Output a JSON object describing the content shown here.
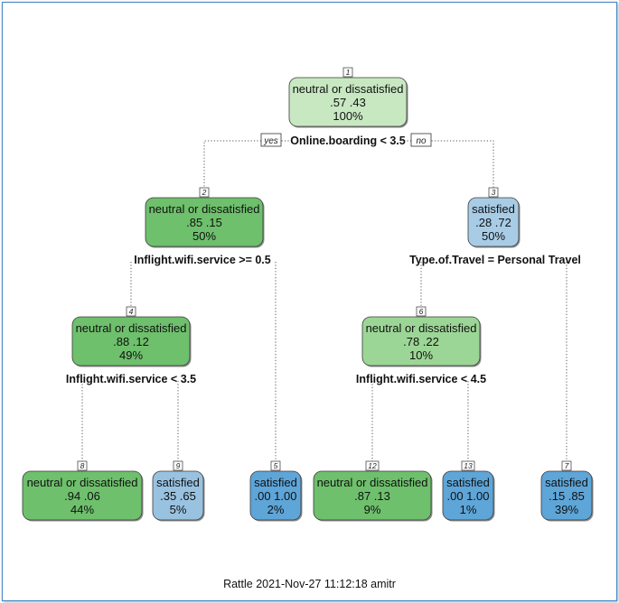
{
  "colors": {
    "green_dark": "#6ec06c",
    "green_mid": "#9cd696",
    "green_light": "#c8e8c2",
    "blue_light": "#a8cce6",
    "blue_mid": "#98c2e0",
    "blue_dark": "#5ea5d8"
  },
  "branch_labels": {
    "yes": "yes",
    "no": "no"
  },
  "nodes": [
    {
      "id": "1",
      "class_label": "neutral or dissatisfied",
      "probs": ".57  .43",
      "pct": "100%",
      "fill": "#c8e8c2",
      "split": "Online.boarding < 3.5"
    },
    {
      "id": "2",
      "class_label": "neutral or dissatisfied",
      "probs": ".85  .15",
      "pct": "50%",
      "fill": "#6ec06c",
      "split": "Inflight.wifi.service >= 0.5"
    },
    {
      "id": "3",
      "class_label": "satisfied",
      "probs": ".28  .72",
      "pct": "50%",
      "fill": "#a8cce6",
      "split": "Type.of.Travel = Personal Travel"
    },
    {
      "id": "4",
      "class_label": "neutral or dissatisfied",
      "probs": ".88  .12",
      "pct": "49%",
      "fill": "#6ec06c",
      "split": "Inflight.wifi.service < 3.5"
    },
    {
      "id": "6",
      "class_label": "neutral or dissatisfied",
      "probs": ".78  .22",
      "pct": "10%",
      "fill": "#9cd696",
      "split": "Inflight.wifi.service < 4.5"
    },
    {
      "id": "8",
      "class_label": "neutral or dissatisfied",
      "probs": ".94  .06",
      "pct": "44%",
      "fill": "#6ec06c",
      "split": ""
    },
    {
      "id": "9",
      "class_label": "satisfied",
      "probs": ".35  .65",
      "pct": "5%",
      "fill": "#98c2e0",
      "split": ""
    },
    {
      "id": "5",
      "class_label": "satisfied",
      "probs": ".00  1.00",
      "pct": "2%",
      "fill": "#5ea5d8",
      "split": ""
    },
    {
      "id": "12",
      "class_label": "neutral or dissatisfied",
      "probs": ".87  .13",
      "pct": "9%",
      "fill": "#6ec06c",
      "split": ""
    },
    {
      "id": "13",
      "class_label": "satisfied",
      "probs": ".00  1.00",
      "pct": "1%",
      "fill": "#5ea5d8",
      "split": ""
    },
    {
      "id": "7",
      "class_label": "satisfied",
      "probs": ".15  .85",
      "pct": "39%",
      "fill": "#5ea5d8",
      "split": ""
    }
  ],
  "edges": [
    {
      "from": "1",
      "to": "2",
      "side": "yes"
    },
    {
      "from": "1",
      "to": "3",
      "side": "no"
    },
    {
      "from": "2",
      "to": "4",
      "side": "yes"
    },
    {
      "from": "2",
      "to": "5",
      "side": "no"
    },
    {
      "from": "3",
      "to": "6",
      "side": "yes"
    },
    {
      "from": "3",
      "to": "7",
      "side": "no"
    },
    {
      "from": "4",
      "to": "8",
      "side": "yes"
    },
    {
      "from": "4",
      "to": "9",
      "side": "no"
    },
    {
      "from": "6",
      "to": "12",
      "side": "yes"
    },
    {
      "from": "6",
      "to": "13",
      "side": "no"
    }
  ],
  "caption": "Rattle 2021-Nov-27 11:12:18 amitr"
}
